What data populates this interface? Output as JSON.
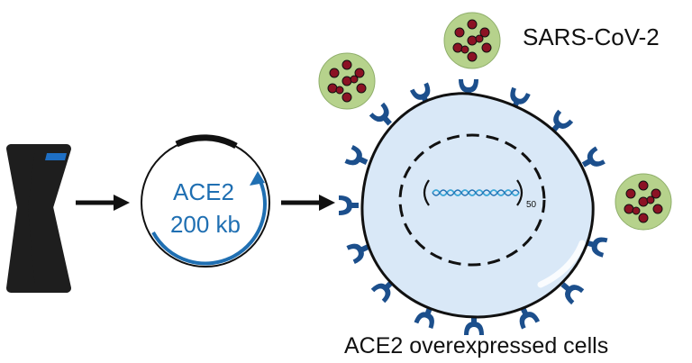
{
  "plasmid": {
    "gene_label": "ACE2",
    "size_label": "200 kb"
  },
  "virus": {
    "label": "SARS-CoV-2"
  },
  "cell": {
    "label": "ACE2 overexpressed cells",
    "repeat_subscript": "50"
  },
  "colors": {
    "ace2_blue": "#1f6fb2",
    "receptor_navy": "#1c4f8c",
    "cell_fill": "#d9e8f7",
    "virus_body": "#b6d28c",
    "virus_spike": "#8b1224",
    "dna_cyan": "#3ba6d6",
    "outline": "#111111"
  },
  "icons": [
    "chromosome-icon",
    "arrow-right-icon",
    "plasmid-icon",
    "virus-icon",
    "receptor-icon",
    "cell-icon",
    "nucleus-icon",
    "dna-repeat-icon"
  ]
}
